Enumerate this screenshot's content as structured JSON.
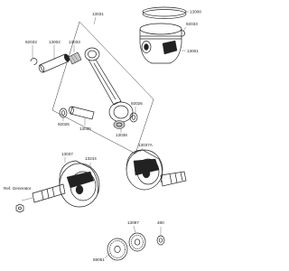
{
  "labels": {
    "p13008": "13008",
    "p92033_right": "92033",
    "p13001": "13001",
    "p13031": "13031",
    "p92033_left": "92033",
    "p13002": "13002",
    "p13033": "13033",
    "p92026_left": "92026",
    "p13035": "13035",
    "p92026_right": "92026",
    "p13038": "13038",
    "p13037": "13037",
    "p13037a": "13037A",
    "p13244": "13244",
    "ref_generator": "Ref. Generator",
    "p13097": "13097",
    "p480": "480",
    "p59051": "59051"
  },
  "colors": {
    "line": "#222222",
    "fill_light": "#c9c9c9",
    "background": "#ffffff"
  }
}
